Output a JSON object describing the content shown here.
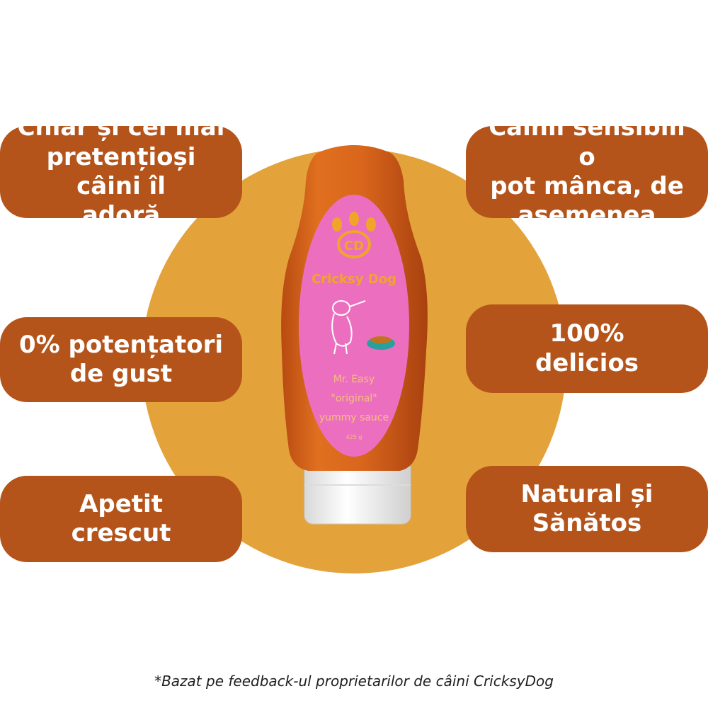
{
  "colors": {
    "background": "#ffffff",
    "circle": "#e3a23a",
    "pill": "#b5541a",
    "pill_text": "#ffffff",
    "bottle": "#d9661c",
    "label": "#ec6fbf",
    "brand": "#f0a52a",
    "cap": "#f2f2f2"
  },
  "benefits": {
    "top_left": [
      "Chiar și cei mai",
      "pretențioși câini îl",
      "adoră"
    ],
    "top_right": [
      "Câinii sensibili o",
      "pot mânca, de",
      "asemenea"
    ],
    "middle_left": [
      "0% potențatori",
      "de gust"
    ],
    "middle_right": [
      "100%",
      "delicios"
    ],
    "bottom_left": [
      "Apetit",
      "crescut"
    ],
    "bottom_right": [
      "Natural și",
      "Sănătos"
    ]
  },
  "product": {
    "logo_initials": "CD",
    "brand": "Cricksy Dog",
    "line1": "Mr. Easy",
    "line2": "\"original\"",
    "line3": "yummy sauce",
    "weight": "425 g"
  },
  "footnote": "*Bazat pe feedback-ul proprietarilor de câini CricksyDog"
}
